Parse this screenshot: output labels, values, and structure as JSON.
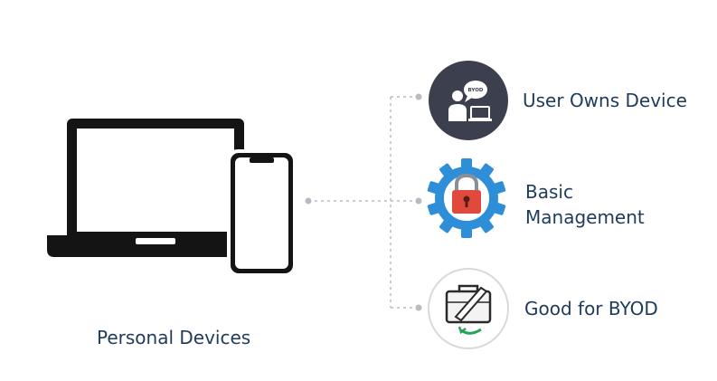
{
  "source_label": "Personal Devices",
  "features": [
    {
      "label": "User Owns Device",
      "icon": "user-with-laptop-icon",
      "badge_text": "BYOD"
    },
    {
      "label_line1": "Basic",
      "label_line2": "Management",
      "icon": "gear-lock-icon"
    },
    {
      "label": "Good for BYOD",
      "icon": "briefcase-icon"
    }
  ],
  "colors": {
    "text": "#1f3b5c",
    "icon1_bg": "#3c3f4e",
    "gear": "#2e8fd8",
    "lock": "#e04a3d",
    "accent_green": "#29a35a",
    "connector": "#b8bcc2"
  }
}
